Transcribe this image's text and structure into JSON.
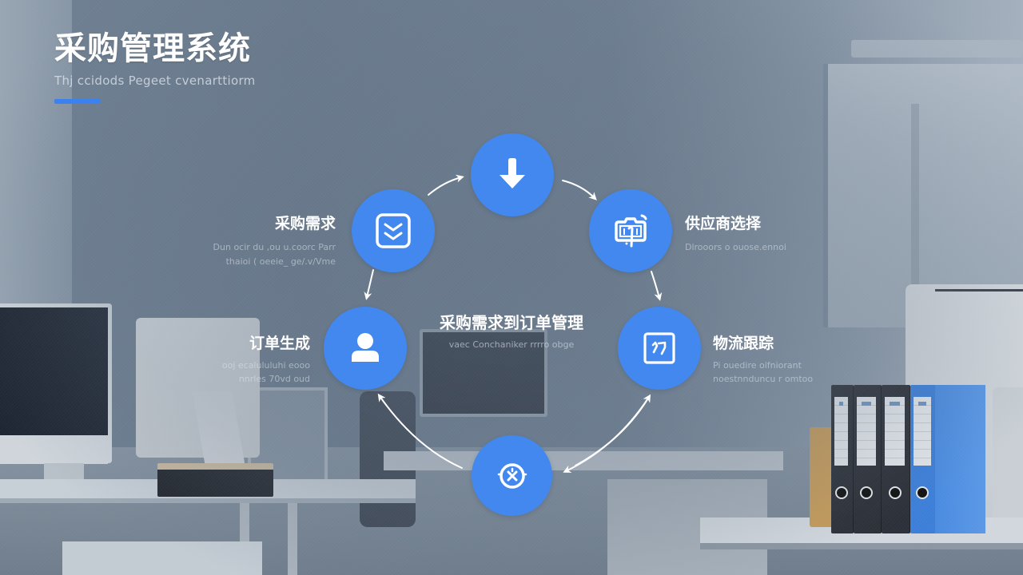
{
  "header": {
    "title": "采购管理系统",
    "subtitle": "Thj ccidods  Pegeet cvenarttiorm",
    "accent_color": "#3b82f0"
  },
  "center": {
    "title": "采购需求到订单管理",
    "subtitle": "vaec Conchaniker rrrro obge"
  },
  "node_color": "#4288ee",
  "steps": [
    {
      "id": "top",
      "icon": "download-arrow-icon",
      "label": "",
      "desc": []
    },
    {
      "id": "procurement-demand",
      "icon": "double-chevron-checkbox-icon",
      "label": "采购需求",
      "desc": [
        "Dun ocir du ,ou u.coorc Parr",
        "thaioi ( oeeie_ ge/.v/Vme"
      ]
    },
    {
      "id": "supplier-selection",
      "icon": "camera-touch-icon",
      "label": "供应商选择",
      "desc": [
        "Dlrooors o ouose.ennoi"
      ]
    },
    {
      "id": "order-generation",
      "icon": "user-icon",
      "label": "订单生成",
      "desc": [
        "ooj ecalululuhi eooo",
        "nnrles 70vd oud"
      ]
    },
    {
      "id": "logistics-tracking",
      "icon": "logistics-box-icon",
      "label": "物流跟踪",
      "desc": [
        "Pi ouedire oifniorant",
        "noestnnduncu r omtoo"
      ]
    },
    {
      "id": "bottom",
      "icon": "settlement-x-icon",
      "label": "",
      "desc": []
    }
  ]
}
